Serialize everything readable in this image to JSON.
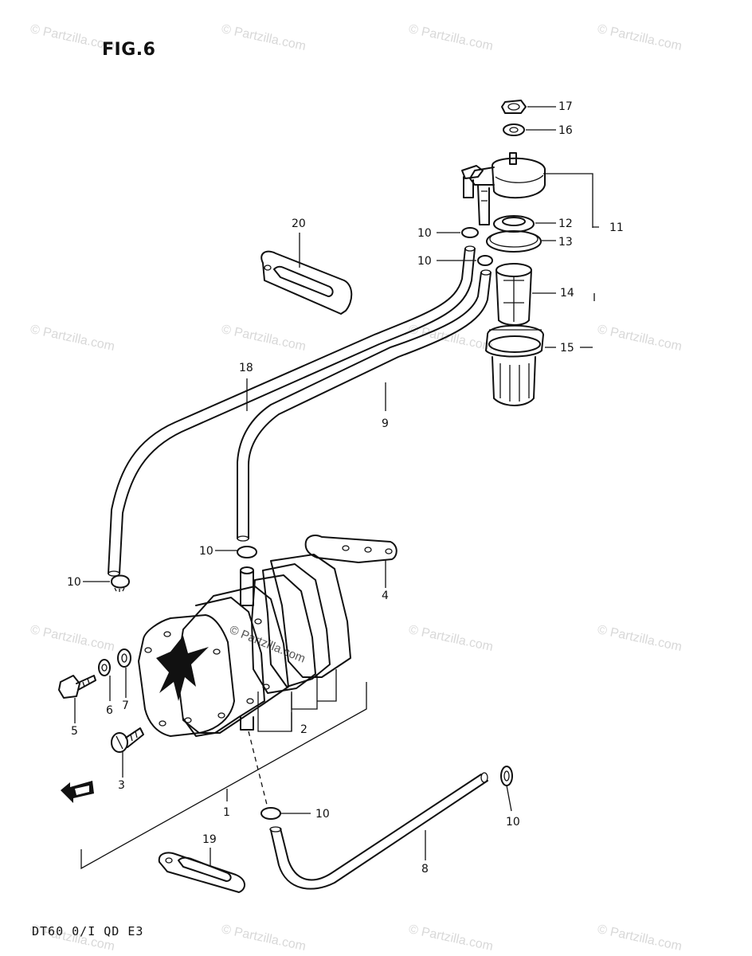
{
  "figure": {
    "title": "FIG.6",
    "footer_code": "DT60 0/I QD E3"
  },
  "watermark": {
    "text": "© Partzilla.com",
    "center_text": "© Partzilla.com"
  },
  "callouts": [
    {
      "id": "17",
      "label": "17"
    },
    {
      "id": "16",
      "label": "16"
    },
    {
      "id": "11",
      "label": "11"
    },
    {
      "id": "12",
      "label": "12"
    },
    {
      "id": "13",
      "label": "13"
    },
    {
      "id": "10a",
      "label": "10"
    },
    {
      "id": "10b",
      "label": "10"
    },
    {
      "id": "14",
      "label": "14"
    },
    {
      "id": "15",
      "label": "15"
    },
    {
      "id": "20",
      "label": "20"
    },
    {
      "id": "18",
      "label": "18"
    },
    {
      "id": "9",
      "label": "9"
    },
    {
      "id": "10c",
      "label": "10"
    },
    {
      "id": "10d",
      "label": "10"
    },
    {
      "id": "4",
      "label": "4"
    },
    {
      "id": "6",
      "label": "6"
    },
    {
      "id": "7",
      "label": "7"
    },
    {
      "id": "5",
      "label": "5"
    },
    {
      "id": "2",
      "label": "2"
    },
    {
      "id": "3",
      "label": "3"
    },
    {
      "id": "1",
      "label": "1"
    },
    {
      "id": "10e",
      "label": "10"
    },
    {
      "id": "19",
      "label": "19"
    },
    {
      "id": "8",
      "label": "8"
    },
    {
      "id": "10f",
      "label": "10"
    }
  ]
}
